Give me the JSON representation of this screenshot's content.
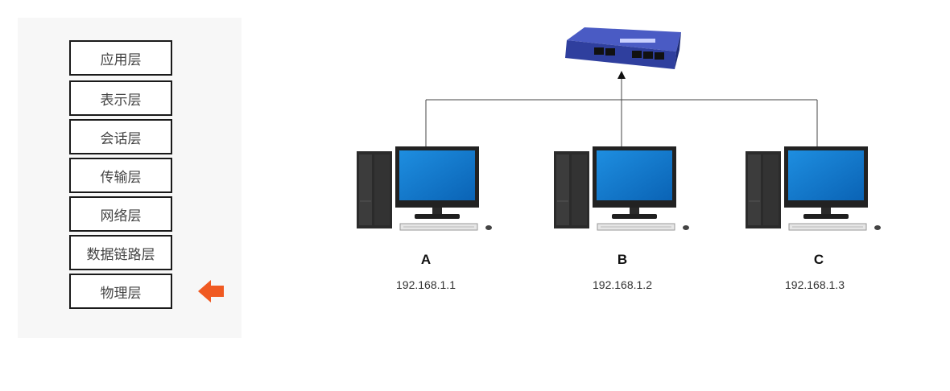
{
  "osi_layers": [
    {
      "label": "应用层"
    },
    {
      "label": "表示层"
    },
    {
      "label": "会话层"
    },
    {
      "label": "传输层"
    },
    {
      "label": "网络层"
    },
    {
      "label": "数据链路层"
    },
    {
      "label": "物理层",
      "highlighted": true
    }
  ],
  "indicator": {
    "icon": "left-arrow-icon",
    "color": "#f05a22",
    "points_to": "物理层"
  },
  "network": {
    "hub": {
      "icon": "network-switch-icon",
      "color": "#2f3f9e"
    },
    "computers": [
      {
        "name": "A",
        "ip": "192.168.1.1",
        "icon": "desktop-computer-icon"
      },
      {
        "name": "B",
        "ip": "192.168.1.2",
        "icon": "desktop-computer-icon"
      },
      {
        "name": "C",
        "ip": "192.168.1.3",
        "icon": "desktop-computer-icon"
      }
    ]
  }
}
